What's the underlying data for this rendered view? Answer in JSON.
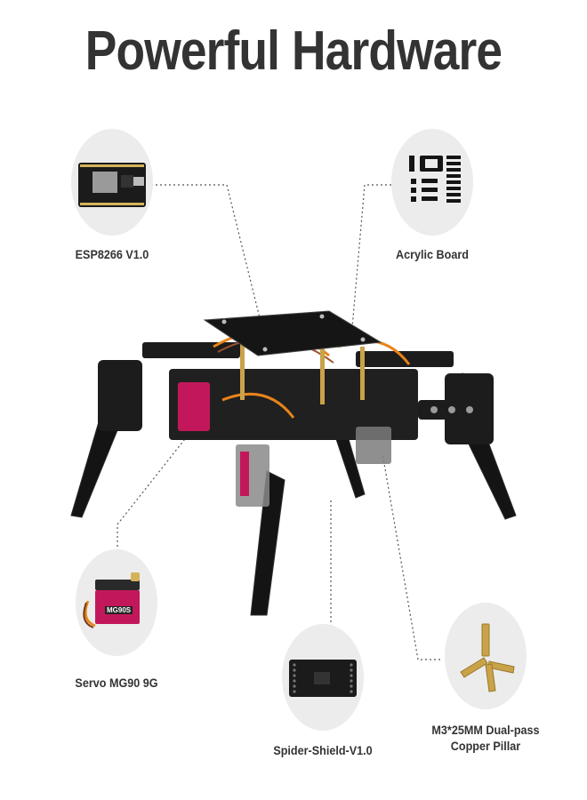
{
  "title": "Powerful Hardware",
  "components": {
    "esp": {
      "label": "ESP8266 V1.0"
    },
    "acrylic": {
      "label": "Acrylic Board"
    },
    "servo": {
      "label": "Servo MG90 9G",
      "badge": "MG90S"
    },
    "shield": {
      "label": "Spider-Shield-V1.0"
    },
    "pillar": {
      "label_line1": "M3*25MM Dual-pass",
      "label_line2": "Copper Pillar"
    }
  },
  "colors": {
    "disc": "#ececec",
    "pcb": "#1b1b1b",
    "acrylic": "#151515",
    "servo_pink": "#c2185b",
    "wire_orange": "#e8841a",
    "brass": "#c9a24a"
  }
}
